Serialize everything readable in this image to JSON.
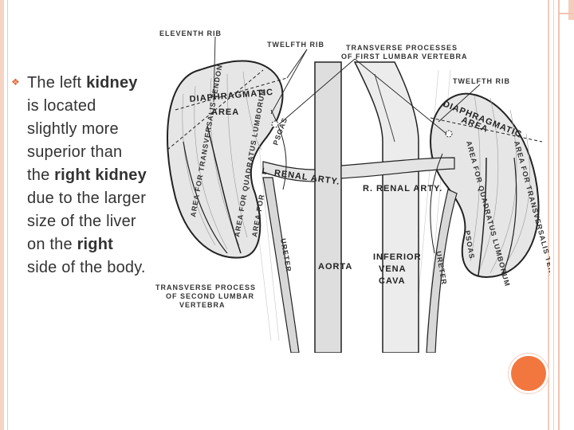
{
  "slide": {
    "bullet_parts": [
      {
        "text": "The left ",
        "bold": false
      },
      {
        "text": "kidney",
        "bold": true
      },
      {
        "text": " is located slightly more superior than the ",
        "bold": false
      },
      {
        "text": "right kidney",
        "bold": true
      },
      {
        "text": " due to the larger size of the liver on the ",
        "bold": false
      },
      {
        "text": "right",
        "bold": true
      },
      {
        "text": " side of the body.",
        "bold": false
      }
    ]
  },
  "figure": {
    "labels": {
      "eleventh_rib": "ELEVENTH RIB",
      "twelfth_rib_left": "TWELFTH RIB",
      "transverse_processes": "TRANSVERSE PROCESSES",
      "first_lumbar": "OF FIRST LUMBAR VERTEBRA",
      "twelfth_rib_right": "TWELFTH RIB",
      "diaphragmatic_l": "DIAPHRAGMATIC",
      "area_l": "AREA",
      "diaphragmatic_r": "DIAPHRAGMATIC",
      "area_r": "AREA",
      "quadratus_l": "AREA FOR QUADRATUS LUMBORUM",
      "transversalis_l": "AREA FOR TRANSVERSALIS TENDON",
      "psoas_l": "PSOAS",
      "area_for_l": "AREA FOR",
      "l_renal_arty": "L. RENAL ARTY.",
      "r_renal_arty": "R. RENAL ARTY.",
      "quadratus_r": "AREA FOR QUADRATUS LUMBORUM",
      "transversalis_r": "AREA FOR TRANSVERSALIS TENDON",
      "psoas_r": "PSOAS",
      "ureter_l": "URETER",
      "ureter_r": "URETER",
      "aorta": "AORTA",
      "inferior": "INFERIOR",
      "vena": "VENA",
      "cava": "CAVA",
      "tp_second_1": "TRANSVERSE PROCESS",
      "tp_second_2": "OF SECOND LUMBAR",
      "tp_second_3": "VERTEBRA"
    }
  },
  "colors": {
    "accent": "#f2773f",
    "frame": "#f5cdbd",
    "text": "#333333"
  }
}
